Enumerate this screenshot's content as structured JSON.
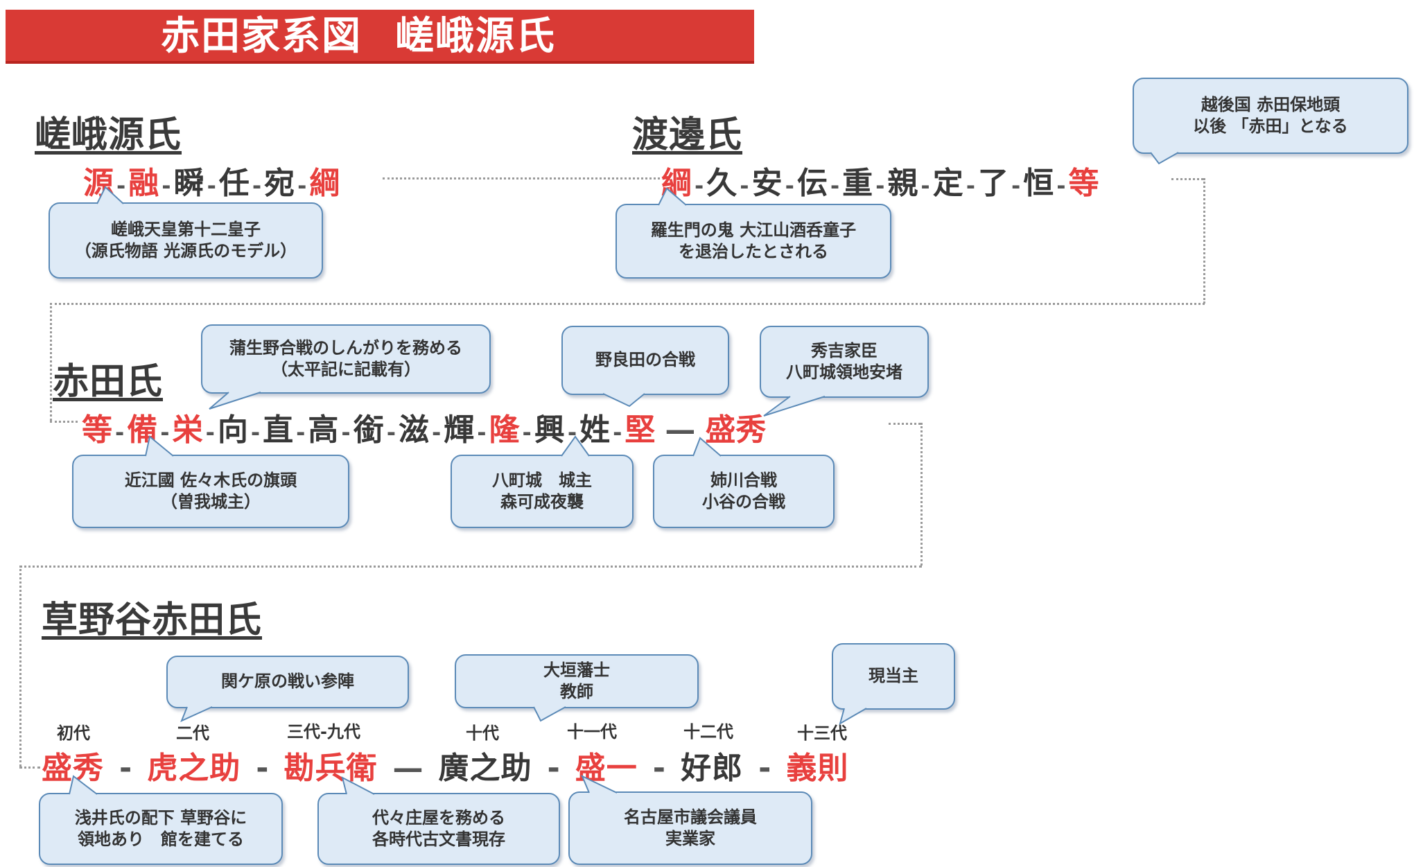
{
  "title": {
    "part1": "赤田家系図",
    "part2": "嵯峨源氏"
  },
  "sections": {
    "saga": {
      "heading": "嵯峨源氏",
      "names": [
        "源",
        "融",
        "瞬",
        "任",
        "宛",
        "綱"
      ]
    },
    "watanabe": {
      "heading": "渡邊氏",
      "names": [
        "綱",
        "久",
        "安",
        "伝",
        "重",
        "親",
        "定",
        "了",
        "恒",
        "等"
      ]
    },
    "akada": {
      "heading": "赤田氏",
      "names": [
        "等",
        "備",
        "栄",
        "向",
        "直",
        "高",
        "銜",
        "滋",
        "輝",
        "隆",
        "興",
        "姓",
        "堅",
        "盛秀"
      ]
    },
    "kusanoya": {
      "heading": "草野谷赤田氏",
      "generations": [
        "初代",
        "二代",
        "三代-九代",
        "十代",
        "十一代",
        "十二代",
        "十三代"
      ],
      "names": [
        "盛秀",
        "虎之助",
        "勘兵衛",
        "廣之助",
        "盛一",
        "好郎",
        "義則"
      ]
    }
  },
  "notes": {
    "echigo": [
      "越後国 赤田保地頭",
      "以後 「赤田」となる"
    ],
    "saga_emperor": [
      "嵯峨天皇第十二皇子",
      "（源氏物語 光源氏のモデル）"
    ],
    "rashomon": [
      "羅生門の鬼 大江山酒呑童子",
      "を退治したとされる"
    ],
    "gamo": [
      "蒲生野合戦のしんがりを務める",
      "（太平記に記載有）"
    ],
    "norada": [
      "野良田の合戦"
    ],
    "hideyoshi": [
      "秀吉家臣",
      "八町城領地安堵"
    ],
    "omi": [
      "近江國 佐々木氏の旗頭",
      "（曽我城主）"
    ],
    "hacchojo": [
      "八町城　城主",
      "森可成夜襲"
    ],
    "anegawa": [
      "姉川合戦",
      "小谷の合戦"
    ],
    "sekigahara": [
      "関ケ原の戦い参陣"
    ],
    "ogaki": [
      "大垣藩士",
      "教師"
    ],
    "toshu": [
      "現当主"
    ],
    "azai": [
      "浅井氏の配下 草野谷に",
      "領地あり　館を建てる"
    ],
    "shoya": [
      "代々庄屋を務める",
      "各時代古文書現存"
    ],
    "nagoya": [
      "名古屋市議会議員",
      "実業家"
    ]
  },
  "colors": {
    "banner": "#d93a35",
    "highlight": "#e8403e",
    "bubble_fill": "#deeaf6",
    "bubble_border": "#5b8ab7"
  }
}
